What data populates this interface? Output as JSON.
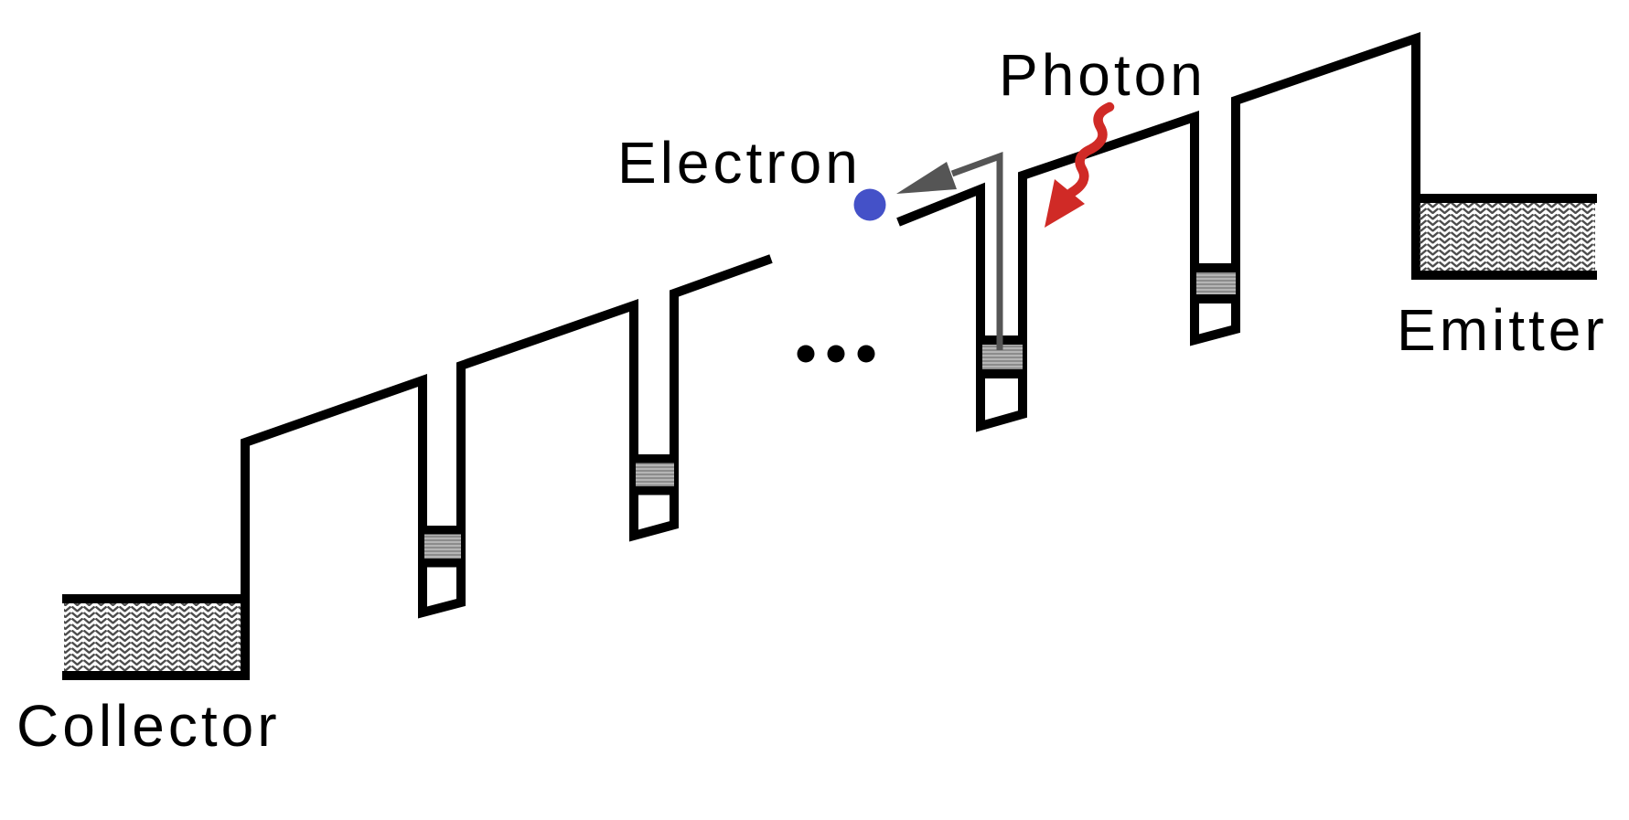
{
  "diagram": {
    "kind": "energy-band-diagram",
    "labels": {
      "electron": "Electron",
      "photon": "Photon",
      "collector": "Collector",
      "emitter": "Emitter",
      "ellipsis": "..."
    },
    "colors": {
      "line": "#000000",
      "label_text": "#000000",
      "electron_dot": "#4451c8",
      "photon_arrow": "#d02a26",
      "escape_arrow": "#555555",
      "hatch": "#4d4d4d",
      "stripe_light": "#b5b5b5",
      "stripe_dark": "#8c8c8c",
      "background": "#ffffff"
    },
    "structure": {
      "visible_quantum_wells": 4,
      "energy_levels_per_well": 1
    }
  }
}
